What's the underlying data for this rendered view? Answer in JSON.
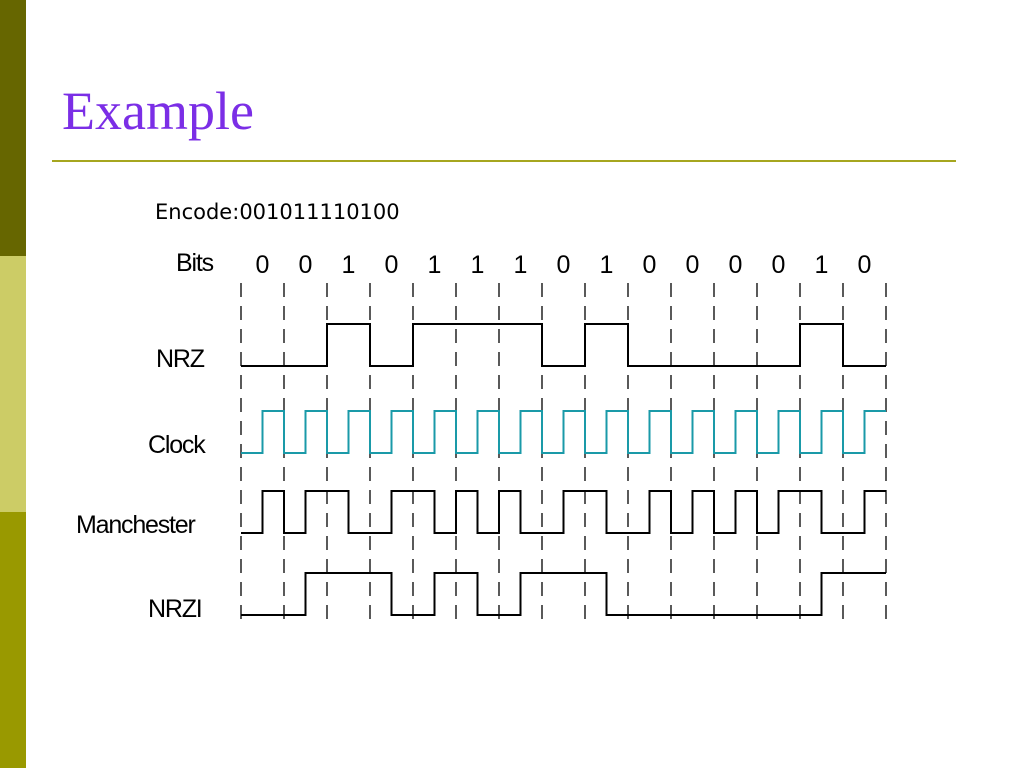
{
  "slide": {
    "title": "Example",
    "encode_label": "Encode:",
    "encode_value": "001011110100"
  },
  "colors": {
    "title": "#7b2ee6",
    "rule": "#a6a61f",
    "clock": "#1a9aa8",
    "signal": "#000000",
    "sidebar_top": "#666600",
    "sidebar_mid": "#cccc66",
    "sidebar_bottom": "#999900"
  },
  "diagram": {
    "bits_label": "Bits",
    "bits": [
      "0",
      "0",
      "1",
      "0",
      "1",
      "1",
      "1",
      "0",
      "1",
      "0",
      "0",
      "0",
      "0",
      "1",
      "0"
    ],
    "signals": [
      {
        "id": "nrz",
        "label": "NRZ",
        "levels": [
          0,
          0,
          1,
          0,
          1,
          1,
          1,
          0,
          1,
          0,
          0,
          0,
          0,
          1,
          0
        ]
      },
      {
        "id": "clock",
        "label": "Clock"
      },
      {
        "id": "manchester",
        "label": "Manchester"
      },
      {
        "id": "nrzi",
        "label": "NRZI",
        "levels": [
          0,
          0,
          1,
          1,
          0,
          1,
          0,
          1,
          1,
          0,
          0,
          0,
          0,
          0,
          1
        ]
      }
    ]
  }
}
